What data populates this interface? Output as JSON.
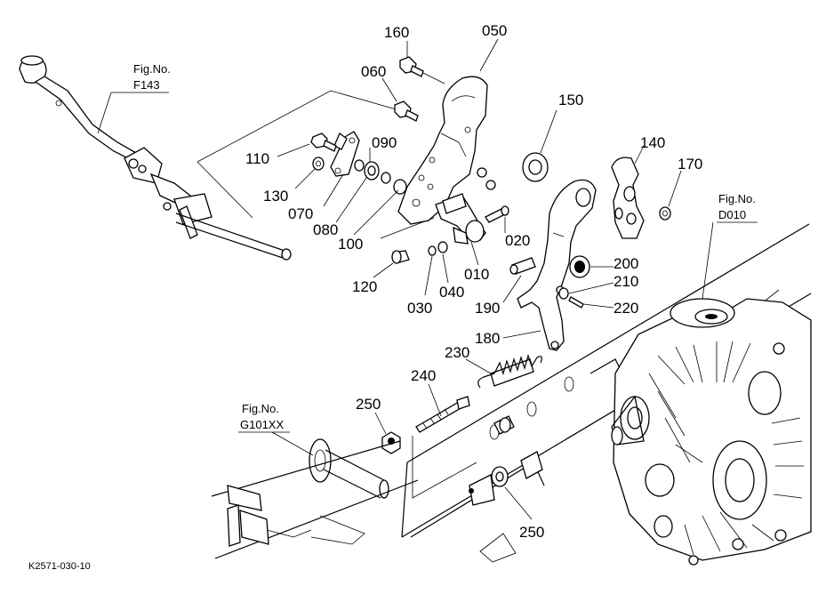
{
  "drawing_code": "K2571-030-10",
  "figure_refs": [
    {
      "label": "Fig.No.",
      "code": "F143"
    },
    {
      "label": "Fig.No.",
      "code": "D010"
    },
    {
      "label": "Fig.No.",
      "code": "G101XX"
    }
  ],
  "part_labels": [
    "160",
    "050",
    "060",
    "150",
    "140",
    "170",
    "110",
    "090",
    "130",
    "070",
    "080",
    "100",
    "020",
    "010",
    "120",
    "030",
    "040",
    "200",
    "210",
    "220",
    "190",
    "180",
    "230",
    "240",
    "250",
    "250"
  ]
}
